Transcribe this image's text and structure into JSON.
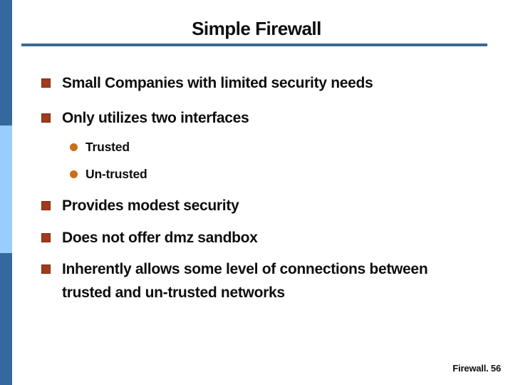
{
  "slide": {
    "title": "Simple Firewall",
    "footer": "Firewall. 56",
    "bullets": [
      {
        "level": 1,
        "text": "Small Companies with limited security needs"
      },
      {
        "level": 1,
        "text": "Only utilizes two interfaces"
      },
      {
        "level": 2,
        "text": "Trusted"
      },
      {
        "level": 2,
        "text": "Un-trusted"
      },
      {
        "level": 1,
        "text": "Provides modest security"
      },
      {
        "level": 1,
        "text": "Does not offer dmz sandbox"
      },
      {
        "level": 1,
        "text": "Inherently allows some level of connections between trusted and un-trusted networks"
      }
    ],
    "colors": {
      "accent_bar_dark": "#35689D",
      "accent_bar_light": "#99CCFF",
      "title_rule": "#3B6A94",
      "bullet_square": "#A23A1C",
      "bullet_square_border": "#7C2B11",
      "bullet_circle": "#C96E17",
      "text": "#0E0E0E"
    }
  }
}
